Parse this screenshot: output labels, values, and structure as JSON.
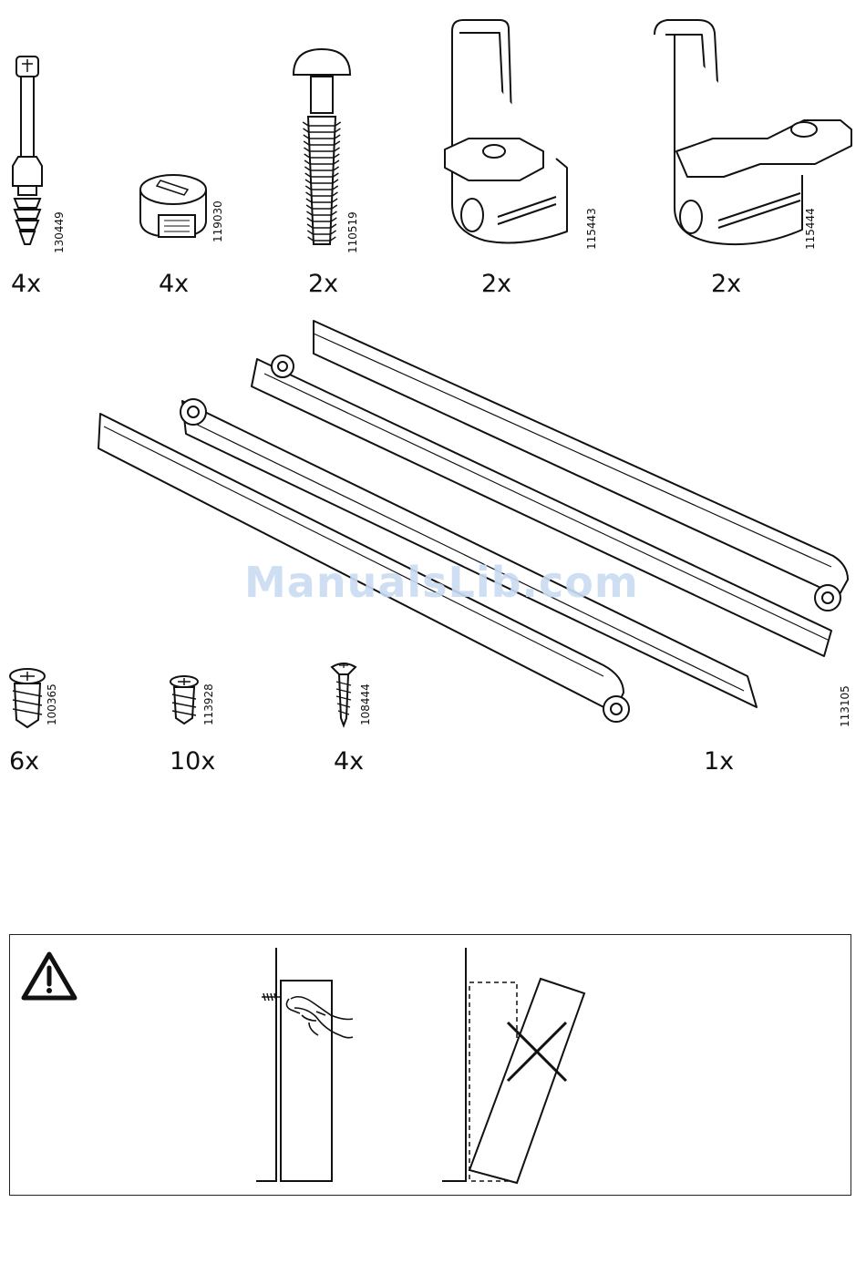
{
  "parts_top": [
    {
      "code": "130449",
      "qty": "4x",
      "icon": "cam-lock-dowel-icon"
    },
    {
      "code": "119030",
      "qty": "4x",
      "icon": "cam-lock-nut-icon"
    },
    {
      "code": "110519",
      "qty": "2x",
      "icon": "ribbed-dowel-pin-icon"
    },
    {
      "code": "115443",
      "qty": "2x",
      "icon": "wire-bracket-icon"
    },
    {
      "code": "115444",
      "qty": "2x",
      "icon": "wide-wire-bracket-icon"
    }
  ],
  "parts_bottom": [
    {
      "code": "100365",
      "qty": "6x",
      "icon": "euro-screw-icon"
    },
    {
      "code": "113928",
      "qty": "10x",
      "icon": "short-euro-screw-icon"
    },
    {
      "code": "108444",
      "qty": "4x",
      "icon": "wood-screw-icon"
    },
    {
      "code": "113105",
      "qty": "1x",
      "icon": "drawer-runner-set-icon"
    }
  ],
  "watermark": "ManualsLib.com",
  "warning": {
    "icon": "warning-triangle-icon",
    "correct_icon": "hand-press-panel-icon",
    "wrong_icon": "crossed-tilted-panel-icon"
  }
}
